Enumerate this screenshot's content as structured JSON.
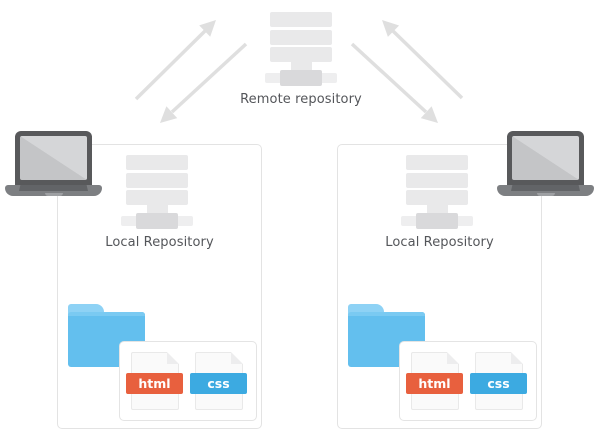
{
  "remote": {
    "label": "Remote repository"
  },
  "panels": [
    {
      "label": "Local Repository",
      "files": [
        {
          "label": "html"
        },
        {
          "label": "css"
        }
      ]
    },
    {
      "label": "Local Repository",
      "files": [
        {
          "label": "html"
        },
        {
          "label": "css"
        }
      ]
    }
  ],
  "icons": {
    "remote_server": "server-icon",
    "local_server": "server-icon",
    "laptop": "laptop-icon",
    "folder": "folder-icon",
    "file": "file-icon",
    "sync": "double-arrow-icon",
    "checkout": "down-arrow-icon"
  },
  "colors": {
    "arrow": "#dfdfdf",
    "box_border": "#e3e3e3",
    "card_border": "#e4e4e4",
    "text": "#54565a",
    "server_row": "#e9e9ea",
    "server_bar": "#eeeeef",
    "server_block": "#d9d9db",
    "folder_body": "#63bfee",
    "folder_flap": "#8ed2f5",
    "folder_strip": "#7acaf2",
    "html_badge": "#e8603e",
    "css_badge": "#3caae1",
    "page_bg": "#fafafa",
    "page_border": "#e9e9e9",
    "laptop_frame": "#58595b",
    "laptop_screen1": "#c4c5c7",
    "laptop_screen2": "#d5d6d8",
    "laptop_base": "#7d7f82",
    "laptop_kb": "#626467"
  }
}
